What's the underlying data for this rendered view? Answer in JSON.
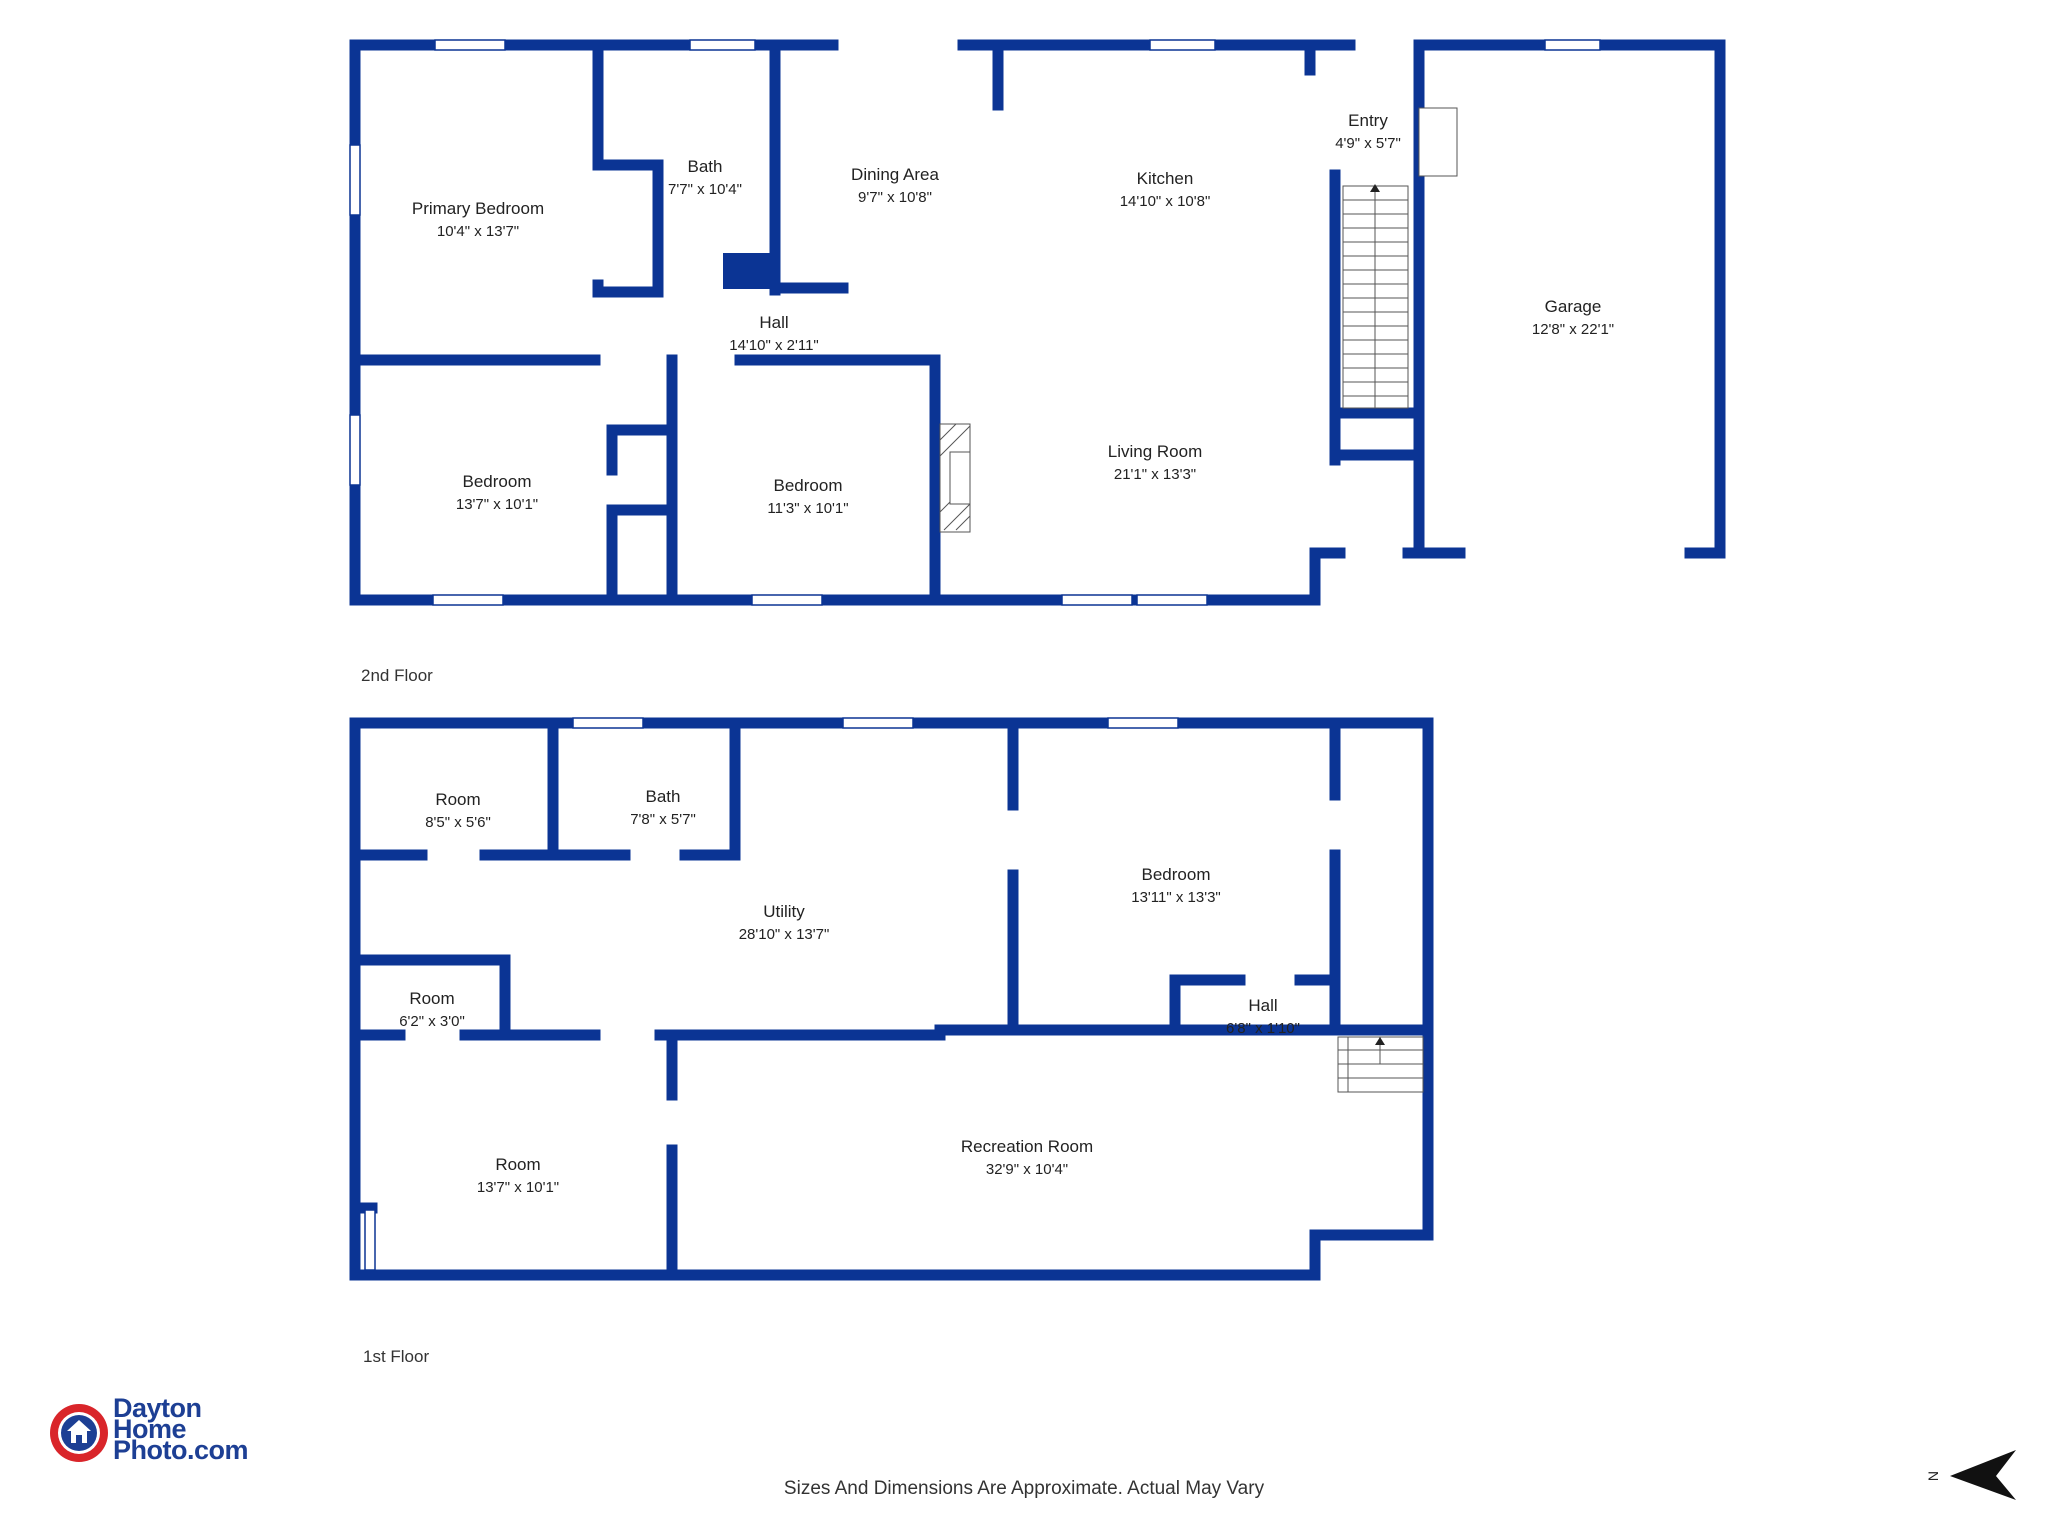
{
  "floors": [
    {
      "label": "2nd Floor",
      "rooms": [
        {
          "name": "Primary Bedroom",
          "dims": "10'4\" x 13'7\""
        },
        {
          "name": "Bath",
          "dims": "7'7\" x 10'4\""
        },
        {
          "name": "Dining Area",
          "dims": "9'7\" x 10'8\""
        },
        {
          "name": "Kitchen",
          "dims": "14'10\" x 10'8\""
        },
        {
          "name": "Entry",
          "dims": "4'9\" x 5'7\""
        },
        {
          "name": "Garage",
          "dims": "12'8\" x 22'1\""
        },
        {
          "name": "Hall",
          "dims": "14'10\" x 2'11\""
        },
        {
          "name": "Bedroom",
          "dims": "13'7\" x 10'1\""
        },
        {
          "name": "Bedroom",
          "dims": "11'3\" x 10'1\""
        },
        {
          "name": "Living Room",
          "dims": "21'1\" x 13'3\""
        }
      ]
    },
    {
      "label": "1st Floor",
      "rooms": [
        {
          "name": "Room",
          "dims": "8'5\" x 5'6\""
        },
        {
          "name": "Bath",
          "dims": "7'8\" x 5'7\""
        },
        {
          "name": "Utility",
          "dims": "28'10\" x 13'7\""
        },
        {
          "name": "Bedroom",
          "dims": "13'11\" x 13'3\""
        },
        {
          "name": "Room",
          "dims": "6'2\" x 3'0\""
        },
        {
          "name": "Hall",
          "dims": "6'8\" x 1'10\""
        },
        {
          "name": "Room",
          "dims": "13'7\" x 10'1\""
        },
        {
          "name": "Recreation Room",
          "dims": "32'9\" x 10'4\""
        }
      ]
    }
  ],
  "disclaimer": "Sizes And Dimensions Are Approximate. Actual May Vary",
  "logo": {
    "line1": "Dayton",
    "line2": "Home",
    "line3": "Photo.com"
  },
  "compass": {
    "label": "N"
  },
  "colors": {
    "wall": "#0b3494",
    "logo_red": "#d9252a",
    "logo_blue": "#1d3f94"
  }
}
